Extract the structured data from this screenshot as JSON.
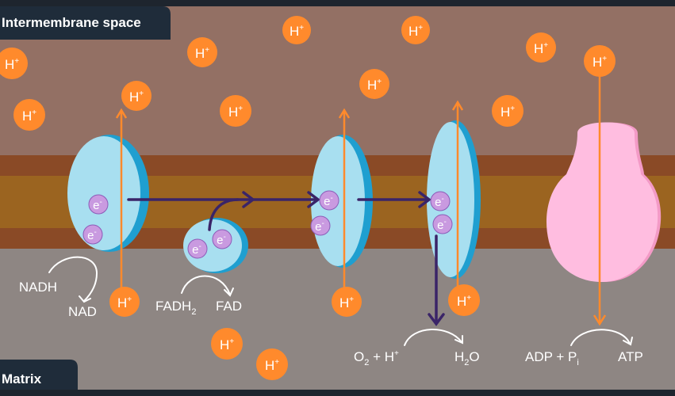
{
  "labels": {
    "intermembrane_space": "Intermembrane space",
    "matrix": "Matrix"
  },
  "proton": {
    "base": "H",
    "charge": "+"
  },
  "electron": {
    "base": "e",
    "charge": "-"
  },
  "reactions": {
    "complex1": {
      "reactant": "NADH",
      "product": "NAD"
    },
    "complex2": {
      "reactant": "FADH",
      "reactant_subscript": "2",
      "product": "FAD"
    },
    "complex4": {
      "reactant": "O",
      "reactant_subscript": "2",
      "reactant_plus": " + H",
      "reactant_charge": "+",
      "product": "H",
      "product_subscript": "2",
      "product_tail": "O"
    },
    "atp_synthase": {
      "reactant": "ADP + P",
      "reactant_subscript": "i",
      "product": "ATP"
    }
  },
  "colors": {
    "intermembrane": "#937064",
    "membrane_outer": "#8a4a26",
    "membrane_inner": "#9b6420",
    "matrix": "#8e8683",
    "complex_fill": "#a8dff0",
    "complex_edge": "#1f9fd0",
    "atp_synthase": "#ffbde0",
    "proton": "#ff8a2c",
    "electron": "#c99ae0",
    "electron_path": "#3a2468",
    "label_box": "#1f2c3a"
  }
}
